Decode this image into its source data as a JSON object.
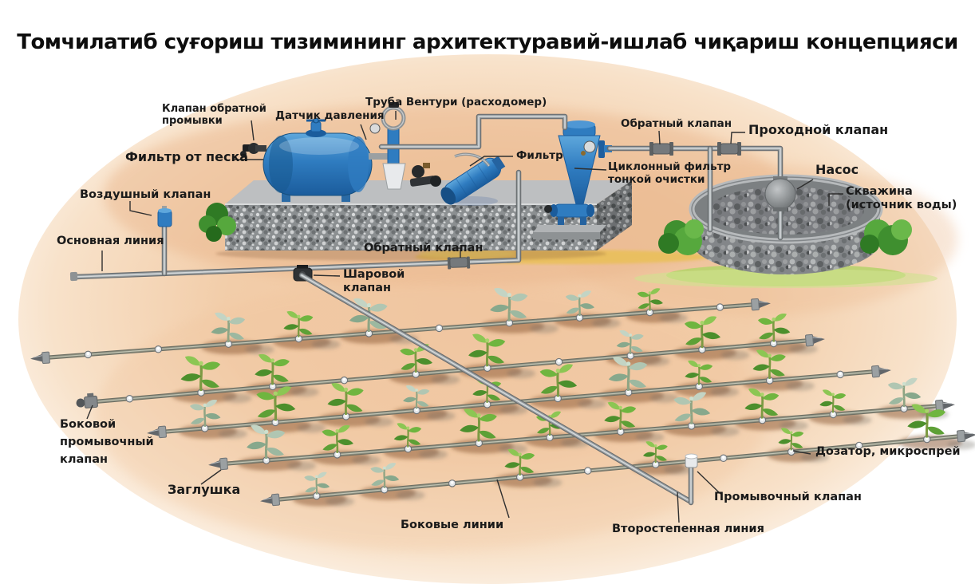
{
  "title": "Томчилатиб суғориш тизимининг архитектуравий-ишлаб чиқариш концепцияси",
  "labels": {
    "backflush_valve": {
      "lines": [
        "Клапан обратной",
        "промывки"
      ]
    },
    "pressure_sensor": {
      "text": "Датчик давления"
    },
    "venturi": {
      "text": "Труба Вентури (расходомер)"
    },
    "sand_filter": {
      "text": "Фильтр от песка"
    },
    "air_valve": {
      "text": "Воздушный клапан"
    },
    "main_line": {
      "text": "Основная линия"
    },
    "filter": {
      "text": "Фильтр"
    },
    "cyclone_filter": {
      "lines": [
        "Циклонный фильтр",
        "тонкой очистки"
      ]
    },
    "check_valve_top": {
      "text": "Обратный клапан"
    },
    "pass_valve": {
      "text": "Проходной клапан"
    },
    "pump": {
      "text": "Насос"
    },
    "well": {
      "lines": [
        "Скважина",
        "(источник воды)"
      ]
    },
    "check_valve_mid": {
      "text": "Обратный клапан"
    },
    "ball_valve": {
      "lines": [
        "Шаровой",
        "клапан"
      ]
    },
    "lateral_flush_valve": {
      "lines": [
        "Боковой",
        "промывочный",
        "клапан"
      ]
    },
    "end_cap": {
      "text": "Заглушка"
    },
    "lateral_lines": {
      "text": "Боковые линии"
    },
    "secondary_line": {
      "text": "Второстепенная линия"
    },
    "flush_valve": {
      "text": "Промывочный клапан"
    },
    "dozer_microspray": {
      "text": "Дозатор, микроспрей"
    }
  },
  "colors": {
    "field_peach": "#f2c9a4",
    "pipe_gray": "#9aa0a2",
    "equipment_blue": "#2f7cc0",
    "foliage_green": "#5da036",
    "soil_brown": "#8a5733",
    "label_color": "#1a1a1a"
  }
}
